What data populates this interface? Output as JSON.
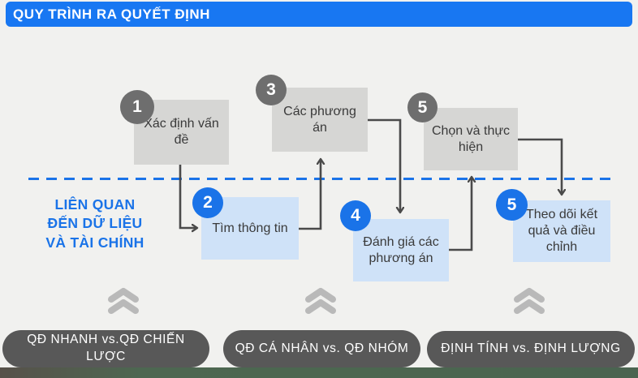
{
  "header": {
    "title": "QUY TRÌNH RA QUYẾT ĐỊNH"
  },
  "side_label": {
    "lines": [
      "LIÊN QUAN",
      "ĐẾN DỮ LIỆU",
      "VÀ TÀI CHÍNH"
    ]
  },
  "steps": [
    {
      "number": "1",
      "label": "Xác định vấn đề",
      "row": "top"
    },
    {
      "number": "2",
      "label": "Tìm thông tin",
      "row": "bottom"
    },
    {
      "number": "3",
      "label": "Các phương án",
      "row": "top"
    },
    {
      "number": "4",
      "label": "Đánh giá các phương án",
      "row": "bottom"
    },
    {
      "number": "5",
      "label": "Chọn và thực hiện",
      "row": "top"
    },
    {
      "number": "5",
      "label": "Theo dõi kết quả và điều chỉnh",
      "row": "bottom"
    }
  ],
  "banners": [
    {
      "label": "QĐ NHANH vs.QĐ CHIẾN LƯỢC"
    },
    {
      "label": "QĐ CÁ NHÂN vs. QĐ NHÓM"
    },
    {
      "label": "ĐỊNH TÍNH vs. ĐỊNH LƯỢNG"
    }
  ],
  "icons": {
    "chevron": "double-chevron-up-icon"
  },
  "colors": {
    "header_blue": "#1877f2",
    "accent_blue": "#1a73e8",
    "circle_gray": "#6e6e6e",
    "box_gray": "#d6d6d4",
    "box_blue": "#cfe2f8",
    "arrow_gray": "#4a4a4a",
    "banner_gray": "#585858",
    "bottom_strip_green": "#4c6750",
    "background": "#f1f1ef"
  }
}
